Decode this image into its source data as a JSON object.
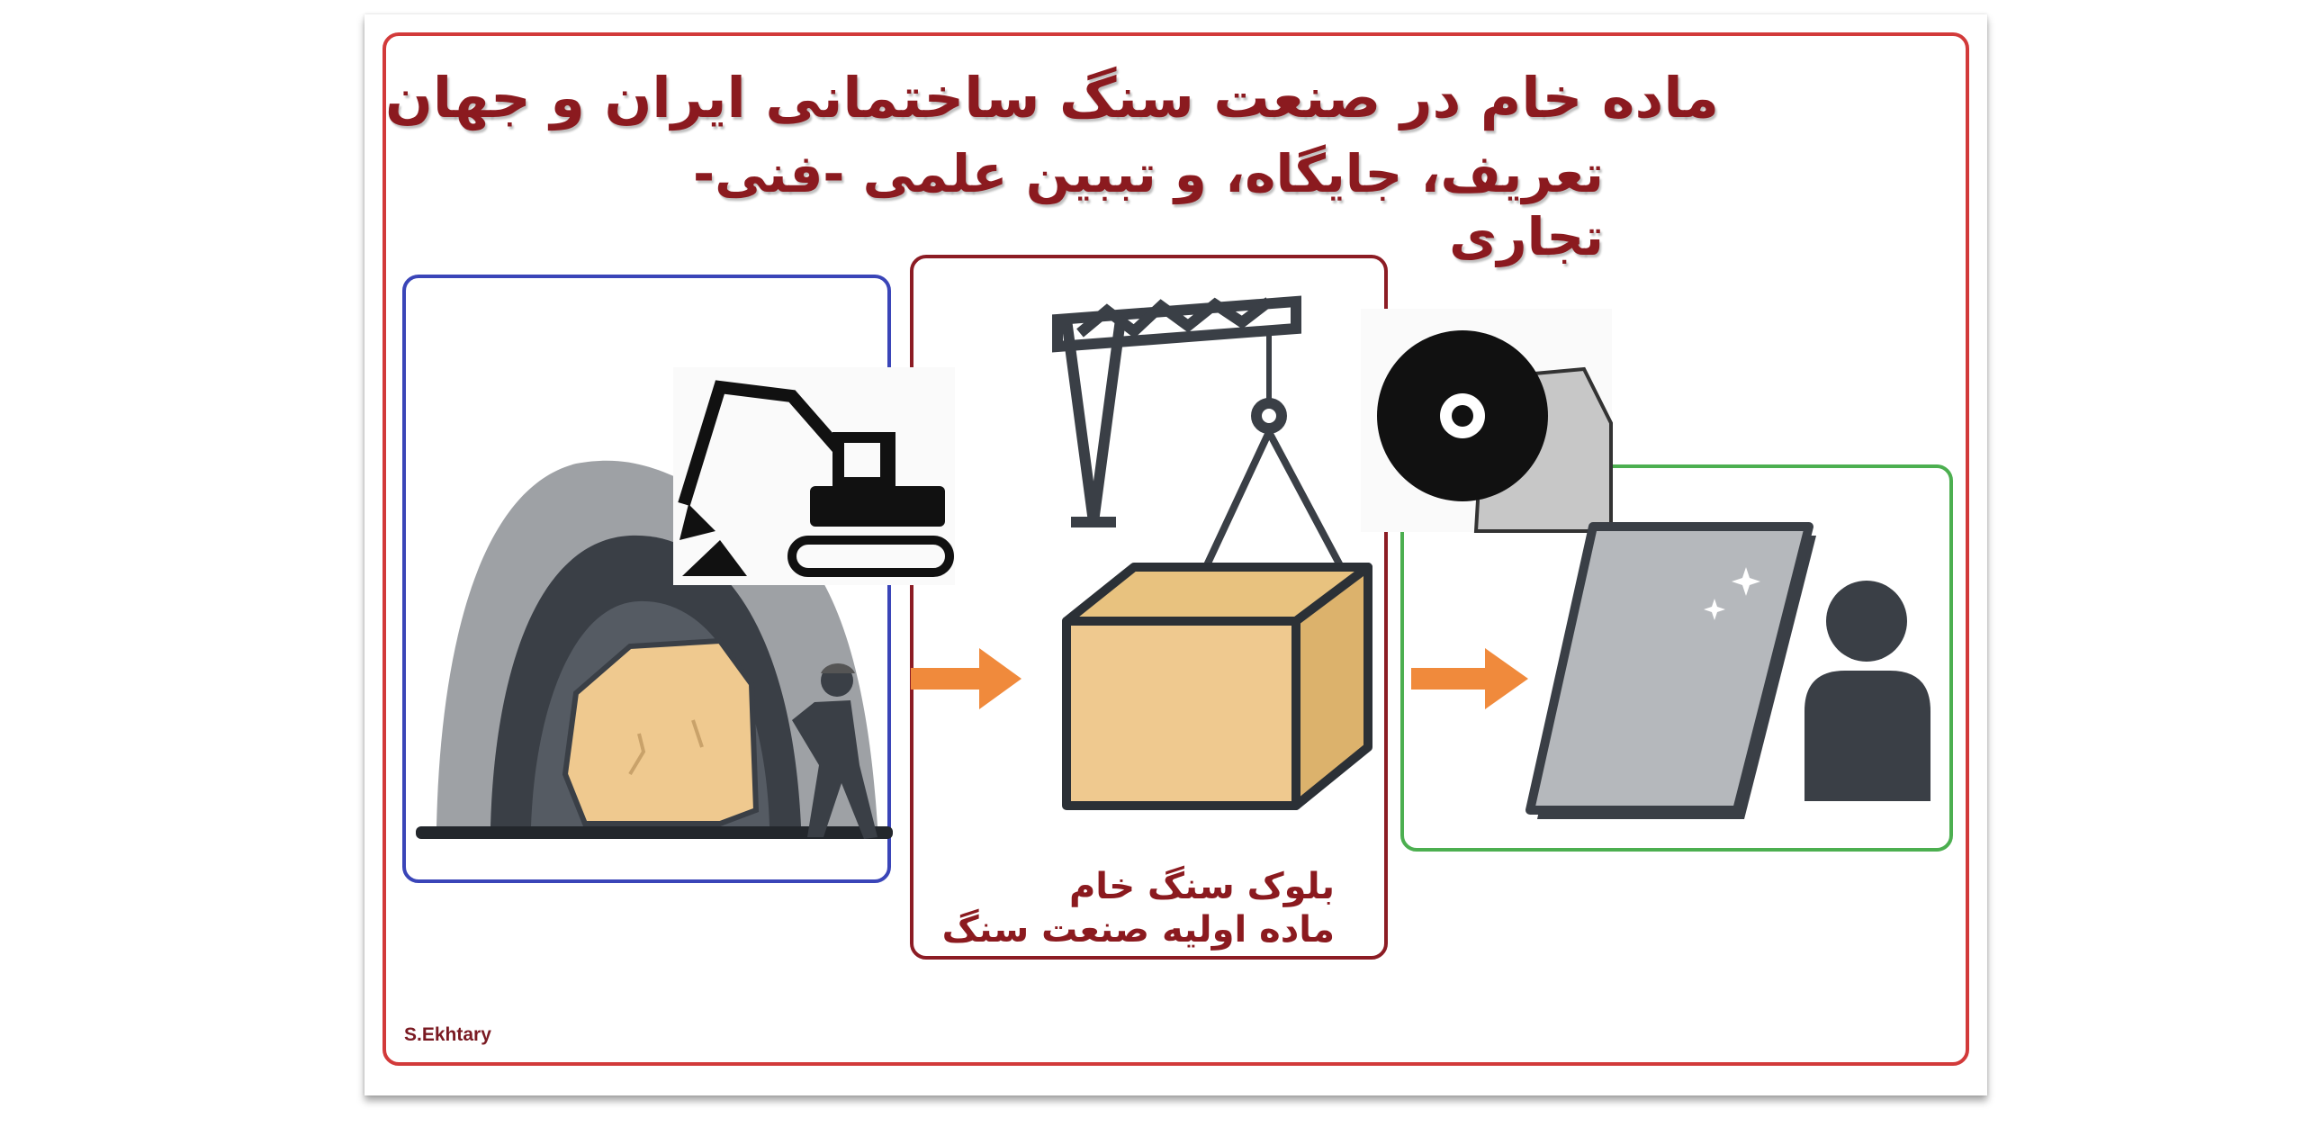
{
  "title": {
    "line1": "ماده خام در صنعت سنگ ساختمانی ایران و جهان",
    "line2": "تعریف، جایگاه، و تببین علمی -فنی- تجاری"
  },
  "stages": [
    {
      "name": "quarry",
      "icons": [
        "mine-tunnel-icon",
        "excavator-icon",
        "miner-worker-icon",
        "rough-stone-icon"
      ]
    },
    {
      "name": "raw-block",
      "icons": [
        "crane-icon",
        "stone-block-icon"
      ],
      "caption_line1": "بلوک سنگ خام",
      "caption_line2": "ماده اولیه صنعت سنگ"
    },
    {
      "name": "finished-product",
      "icons": [
        "saw-blade-icon",
        "stone-slab-icon",
        "user-icon"
      ]
    }
  ],
  "signature": "S.Ekhtary",
  "colors": {
    "outer": "#d23a3a",
    "quarry": "#3a45b8",
    "block": "#8c1c24",
    "product": "#4caf50",
    "arrow": "#f08a3c",
    "text": "#8b1a1f"
  }
}
